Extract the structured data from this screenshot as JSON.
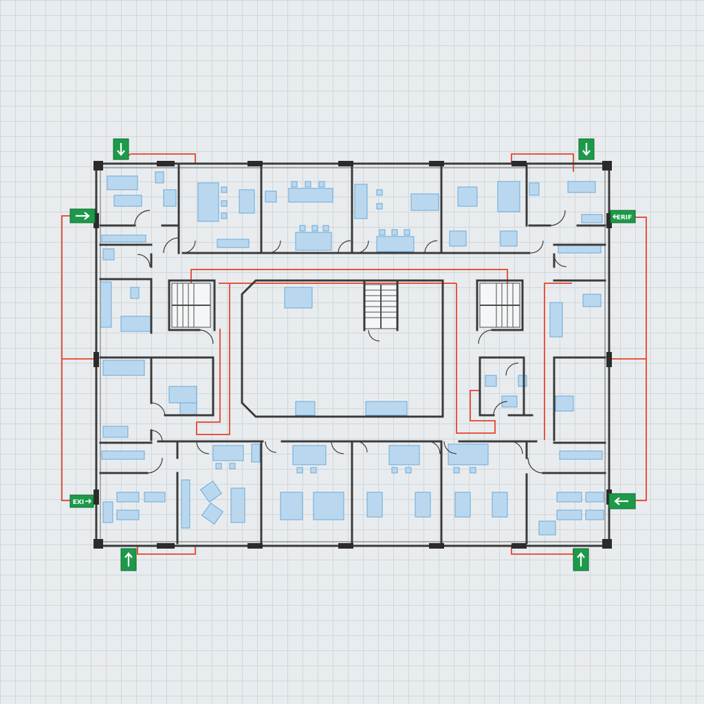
{
  "floor_plan": {
    "colors": {
      "background": "#e9ecee",
      "grid": "#cfd6da",
      "wall": "#3a3a3a",
      "wall_corner": "#2b2b2b",
      "furniture_fill": "#b9d8ef",
      "furniture_stroke": "#6aa7d6",
      "evacuation_route": "#e5533d",
      "exit_sign": "#1c9a4a"
    },
    "exit_signs": [
      {
        "id": "exit-top-left",
        "arrow": "down",
        "text": ""
      },
      {
        "id": "exit-top-right",
        "arrow": "down",
        "text": ""
      },
      {
        "id": "exit-left-upper",
        "arrow": "right",
        "text": ""
      },
      {
        "id": "exit-right-upper",
        "arrow": "left",
        "text": "ERIF"
      },
      {
        "id": "exit-left-lower",
        "arrow": "right",
        "text": "EXI"
      },
      {
        "id": "exit-right-lower",
        "arrow": "left",
        "text": ""
      },
      {
        "id": "exit-bottom-left",
        "arrow": "up",
        "text": ""
      },
      {
        "id": "exit-bottom-right",
        "arrow": "up",
        "text": ""
      }
    ],
    "stairwells": [
      "stairwell-left",
      "stairwell-center",
      "stairwell-right"
    ],
    "atrium": "central-atrium"
  }
}
